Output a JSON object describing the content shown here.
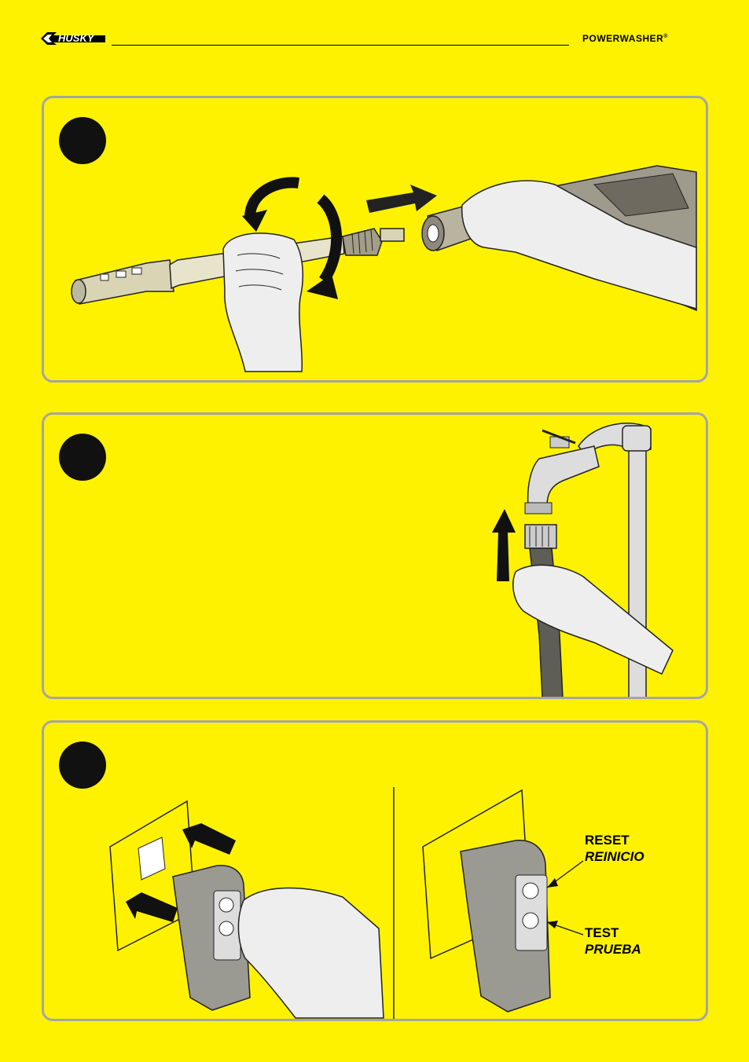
{
  "header": {
    "brand": "HUSKY",
    "product": "POWERWASHER",
    "registered": "®"
  },
  "panel3": {
    "reset_en": "RESET",
    "reset_es": "REINICIO",
    "test_en": "TEST",
    "test_es": "PRUEBA",
    "gfci_reset_small": "RESET",
    "gfci_test_small": "TEST"
  },
  "colors": {
    "background": "#fff200",
    "panel_border": "#a5a5a5",
    "step_dot": "#111111"
  },
  "icons": [
    "husky-logo-icon",
    "arrow-icon",
    "rotate-arrow-icon"
  ]
}
